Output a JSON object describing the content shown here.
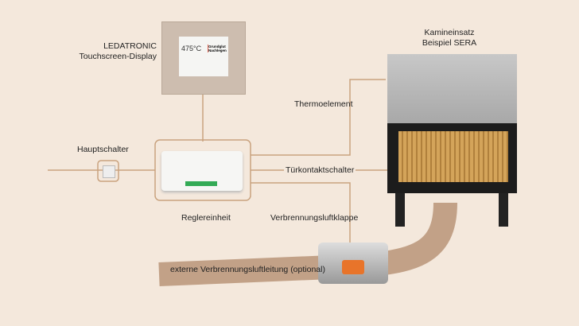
{
  "labels": {
    "display": "LEDATRONIC\nTouchscreen-Display",
    "fireplace": "Kamineinsatz\nBeispiel SERA",
    "thermo": "Thermoelement",
    "main_switch": "Hauptschalter",
    "door_switch": "Türkontaktschalter",
    "controller": "Reglereinheit",
    "flap": "Verbrennungsluftklappe",
    "duct": "externe Verbrennungsluftleitung (optional)"
  },
  "screen": {
    "temp": "475°C",
    "status": "Grundglut Nachlegen"
  },
  "colors": {
    "background": "#f4e8dc",
    "line": "#c9a27e",
    "duct": "#b89478"
  }
}
